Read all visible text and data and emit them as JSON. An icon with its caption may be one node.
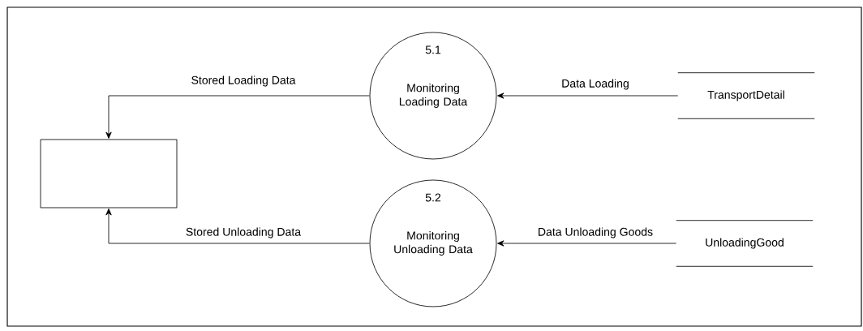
{
  "diagram": {
    "nodes": [
      {
        "text": [],
        "shape": "box"
      },
      {
        "text": [
          "5.1",
          "Monitoring Loading Data"
        ]
      },
      {
        "text": [
          "TransportDetail"
        ]
      },
      {
        "text": [
          "5.2",
          "Monitoring Unloading Data"
        ]
      },
      {
        "text": [
          "UnloadingGood"
        ]
      }
    ],
    "edges": [
      {
        "from": 1,
        "to": 0,
        "arrow": "to",
        "label": "Stored Loading Data"
      },
      {
        "from": 2,
        "to": 1,
        "arrow": "to",
        "label": "Data Loading"
      },
      {
        "from": 3,
        "to": 0,
        "arrow": "to",
        "label": "Stored Unloading Data"
      },
      {
        "from": 4,
        "to": 3,
        "arrow": "to",
        "label": "Data Unloading Goods"
      }
    ]
  }
}
